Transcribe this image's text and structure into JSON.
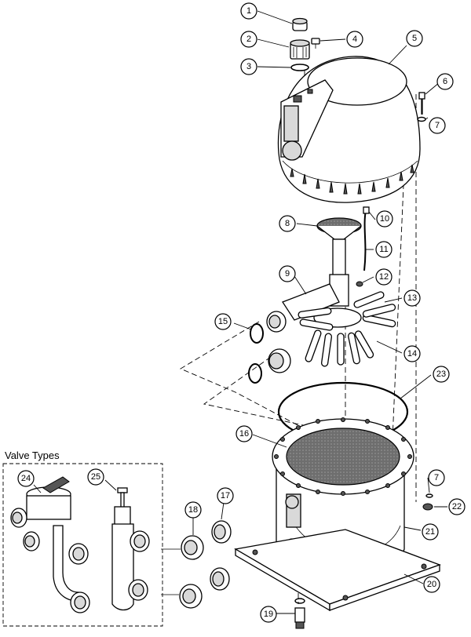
{
  "inset": {
    "title": "Valve Types"
  },
  "callouts": {
    "c1": "1",
    "c2": "2",
    "c3": "3",
    "c4": "4",
    "c5": "5",
    "c6": "6",
    "c7a": "7",
    "c7b": "7",
    "c8": "8",
    "c9": "9",
    "c10": "10",
    "c11": "11",
    "c12": "12",
    "c13": "13",
    "c14": "14",
    "c15": "15",
    "c16": "16",
    "c17": "17",
    "c18": "18",
    "c19": "19",
    "c20": "20",
    "c21": "21",
    "c22": "22",
    "c23": "23",
    "c24": "24",
    "c25": "25"
  }
}
